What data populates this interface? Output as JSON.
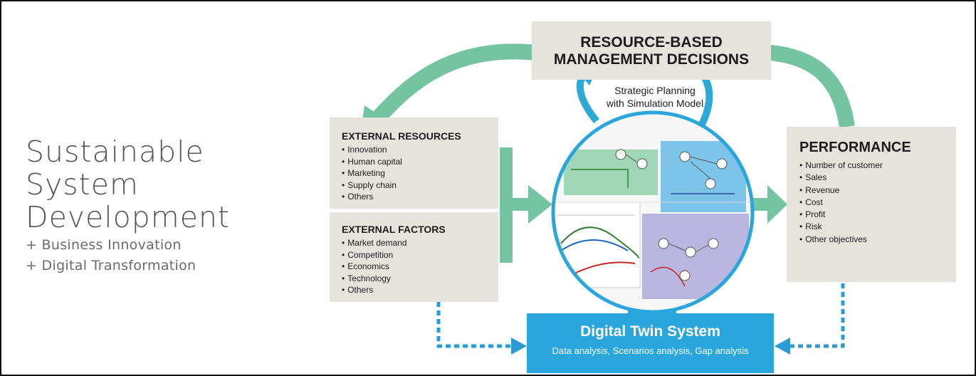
{
  "title": {
    "lines": [
      "Sustainable",
      "System",
      "Development"
    ],
    "subtitles": [
      "+ Business Innovation",
      "+ Digital Transformation"
    ]
  },
  "decisions": {
    "lines": [
      "RESOURCE-BASED",
      "MANAGEMENT DECISIONS"
    ]
  },
  "planning": {
    "lines": [
      "Strategic Planning",
      "with Simulation Model"
    ]
  },
  "external_resources": {
    "title": "EXTERNAL RESOURCES",
    "items": [
      "Innovation",
      "Human capital",
      "Marketing",
      "Supply chain",
      "Others"
    ]
  },
  "external_factors": {
    "title": "EXTERNAL FACTORS",
    "items": [
      "Market demand",
      "Competition",
      "Economics",
      "Technology",
      "Others"
    ]
  },
  "performance": {
    "title": "PERFORMANCE",
    "items": [
      "Number of customer",
      "Sales",
      "Revenue",
      "Cost",
      "Profit",
      "Risk",
      "Other objectives"
    ]
  },
  "digital_twin": {
    "title": "Digital Twin System",
    "subtitle": "Data analysis, Scenarios analysis, Gap analysis"
  },
  "colors": {
    "arrow_green": "#74c3a1",
    "loop_blue": "#2ea8d6",
    "box_beige": "#e6e3dd",
    "twin_blue": "#2aa6dd",
    "dotted_blue": "#2b9bd5"
  }
}
